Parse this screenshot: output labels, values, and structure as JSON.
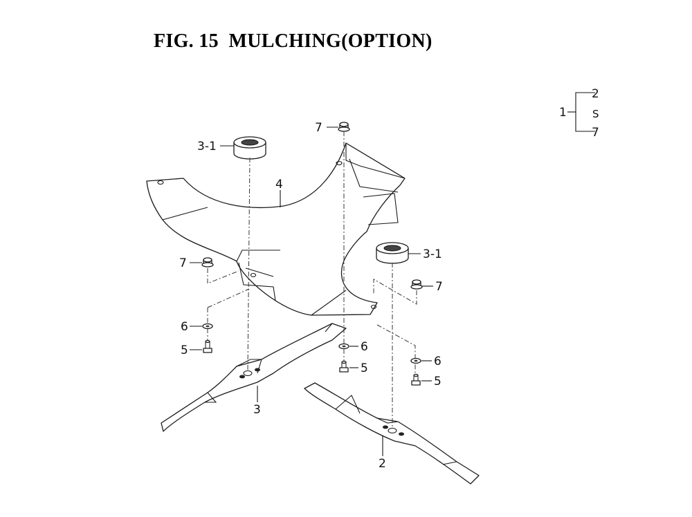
{
  "figure": {
    "title": "FIG. 15  MULCHING(OPTION)"
  },
  "assembly_key": {
    "parent": "1",
    "range_start": "2",
    "range_sep": "S",
    "range_end": "7"
  },
  "callouts": {
    "blade_left": "3",
    "blade_right": "2",
    "baffle": "4",
    "spindle_cover_left": "3-1",
    "spindle_cover_right": "3-1",
    "nut_top": "7",
    "nut_left": "7",
    "nut_right": "7",
    "washer_left": "6",
    "washer_center": "6",
    "washer_right": "6",
    "bolt_left": "5",
    "bolt_center": "5",
    "bolt_right": "5"
  }
}
